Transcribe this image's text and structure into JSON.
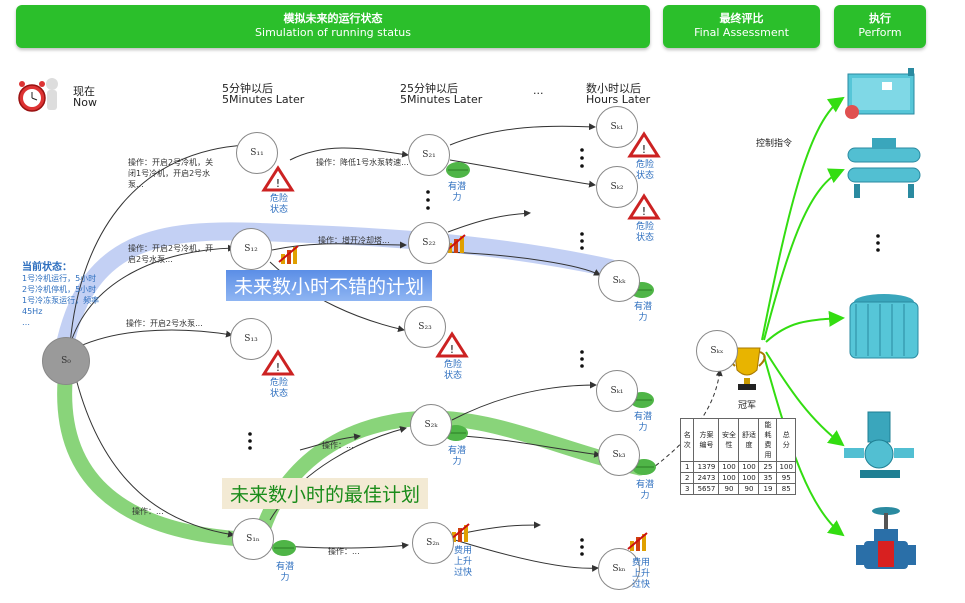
{
  "headers": {
    "simulation": {
      "zh": "模拟未来的运行状态",
      "en": "Simulation of running status"
    },
    "assessment": {
      "zh": "最终评比",
      "en": "Final Assessment"
    },
    "perform": {
      "zh": "执行",
      "en": "Perform"
    }
  },
  "timeline": {
    "now": {
      "zh": "现在",
      "en": "Now"
    },
    "t5": {
      "zh": "5分钟以后",
      "en": "5Minutes Later"
    },
    "t25": {
      "zh": "25分钟以后",
      "en": "5Minutes Later"
    },
    "dots": "...",
    "hours": {
      "zh": "数小时以后",
      "en": "Hours Later"
    }
  },
  "current_state": {
    "title": "当前状态：",
    "lines": [
      "1号冷机运行，5小时",
      "2号冷机停机，5小时",
      "1号冷冻泵运行，频率",
      "45Hz",
      "…"
    ]
  },
  "nodes": {
    "s0": "S₀",
    "s11": "S₁₁",
    "s12": "S₁₂",
    "s13": "S₁₃",
    "s1n": "S₁ₙ",
    "s21": "S₂₁",
    "s22": "S₂₂",
    "s23": "S₂₃",
    "s2k": "S₂ₖ",
    "s2n": "S₂ₙ",
    "sk1": "Sₖ₁",
    "sk2": "Sₖ₂",
    "skk": "Sₖₖ",
    "sk1b": "Sₖ₁",
    "sk3": "Sₖ₃",
    "skn": "Sₖₙ",
    "skx": "Sₖₓ"
  },
  "operations": {
    "op1": "操作：开启2号冷机，关闭1号冷机，开启2号水泵...",
    "op2": "操作：开启2号冷机，开启2号水泵...",
    "op3": "操作：开启2号水泵...",
    "op4": "操作：...",
    "op5": "操作：降低1号水泵转速...",
    "op6": "操作：增开冷却塔...",
    "op7": "操作：...",
    "op8": "操作：..."
  },
  "labels": {
    "danger": "危险状态",
    "potential": "有潜力",
    "cost_up": "费用上升过快",
    "champion": "冠军",
    "control": "控制指令",
    "good_plan": "未来数小时不错的计划",
    "best_plan": "未来数小时的最佳计划"
  },
  "score_table": {
    "headers": [
      "名次",
      "方案编号",
      "安全性",
      "舒适度",
      "能耗费用",
      "总分"
    ],
    "rows": [
      [
        "1",
        "1379",
        "100",
        "100",
        "25",
        "100"
      ],
      [
        "2",
        "2473",
        "100",
        "100",
        "35",
        "95"
      ],
      [
        "3",
        "5657",
        "90",
        "90",
        "19",
        "85"
      ]
    ]
  },
  "colors": {
    "header_green": "#2bbf2b",
    "good_plan_band": "#b9c8f2",
    "best_plan_band": "#7ccf6b",
    "arrow_green": "#33dd11"
  },
  "equipment": [
    "boiler-icon",
    "chiller-icon",
    "cooling-tower-icon",
    "pump-icon",
    "valve-icon"
  ]
}
